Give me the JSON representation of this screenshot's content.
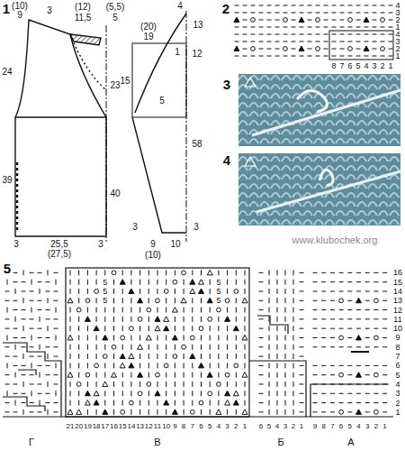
{
  "diagram": {
    "labels": [
      "1",
      "3",
      "(10)",
      "9",
      "(12)",
      "11,5",
      "(5,5)",
      "5",
      "24",
      "23",
      "39",
      "40",
      "3",
      "25,5",
      "(27,5)",
      "3",
      "4",
      "(20)",
      "19",
      "13",
      "12",
      "1",
      "15",
      "5",
      "58",
      "3",
      "9",
      "(10)",
      "10",
      "3",
      "2",
      "4",
      "3",
      "2",
      "1",
      "4",
      "3",
      "2",
      "1",
      "8",
      "7",
      "6",
      "5",
      "4",
      "3",
      "2",
      "1",
      "3",
      "4",
      "www.klubochek.org",
      "5",
      "5",
      "5",
      "5",
      "5",
      "5",
      "5",
      "1",
      "2",
      "3",
      "4",
      "5",
      "6",
      "7",
      "8",
      "9",
      "10",
      "11",
      "12",
      "13",
      "14",
      "15",
      "16",
      "21",
      "20",
      "19",
      "18",
      "17",
      "16",
      "15",
      "14",
      "13",
      "12",
      "11",
      "10",
      "9",
      "8",
      "7",
      "6",
      "5",
      "4",
      "3",
      "2",
      "1",
      "6",
      "5",
      "4",
      "3",
      "2",
      "1",
      "9",
      "8",
      "7",
      "6",
      "5",
      "4",
      "3",
      "2",
      "1",
      "Г",
      "В",
      "Б",
      "А"
    ]
  }
}
